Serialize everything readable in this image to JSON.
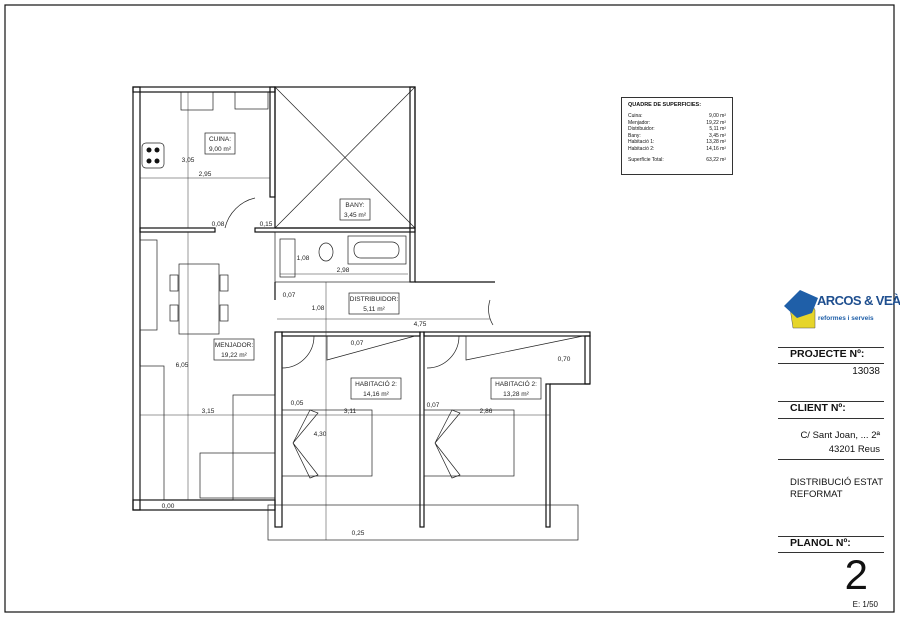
{
  "area_table": {
    "title": "QUADRE DE SUPERFICIES:",
    "rows": [
      {
        "room": "Cuina:",
        "area": "9,00 m²"
      },
      {
        "room": "Menjador:",
        "area": "19,22 m²"
      },
      {
        "room": "Distribuidor:",
        "area": "5,11 m²"
      },
      {
        "room": "Bany:",
        "area": "3,45 m²"
      },
      {
        "room": "Habitació 1:",
        "area": "13,28 m²"
      },
      {
        "room": "Habitació 2:",
        "area": "14,16 m²"
      }
    ],
    "total_label": "Superfície Total:",
    "total_area": "63,22 m²"
  },
  "rooms": {
    "cuina": {
      "name": "CUINA:",
      "area": "9,00 m²"
    },
    "bany": {
      "name": "BANY:",
      "area": "3,45 m²"
    },
    "distribuidor": {
      "name": "DISTRIBUIDOR:",
      "area": "5,11 m²"
    },
    "menjador": {
      "name": "MENJADOR:",
      "area": "19,22 m²"
    },
    "habitacio_a": {
      "name": "HABITACIÓ 2:",
      "area": "14,16 m²"
    },
    "habitacio_b": {
      "name": "HABITACIÓ 2:",
      "area": "13,28 m²"
    }
  },
  "dimensions": [
    "3,05",
    "2,95",
    "0,08",
    "0,15",
    "1,08",
    "2,98",
    "0,07",
    "1,08",
    "4,75",
    "0,07",
    "0,70",
    "6,05",
    "0,05",
    "0,07",
    "3,15",
    "3,11",
    "2,86",
    "4,30",
    "0,00",
    "0,25"
  ],
  "title_block": {
    "logo_name": "ARCOS & VEÀ",
    "logo_tagline": "reformes i serveis",
    "brand_colors": {
      "roof": "#1f5fa8",
      "wall": "#e6d52a"
    },
    "project_label": "PROJECTE Nº:",
    "project_number": "13038",
    "client_label": "CLIENT Nº:",
    "client_address_1": "C/ Sant Joan, ... 2ª",
    "client_address_2": "43201 Reus",
    "description": "DISTRIBUCIÓ ESTAT REFORMAT",
    "plan_label": "PLANOL Nº:",
    "plan_number": "2",
    "scale": "E: 1/50"
  }
}
